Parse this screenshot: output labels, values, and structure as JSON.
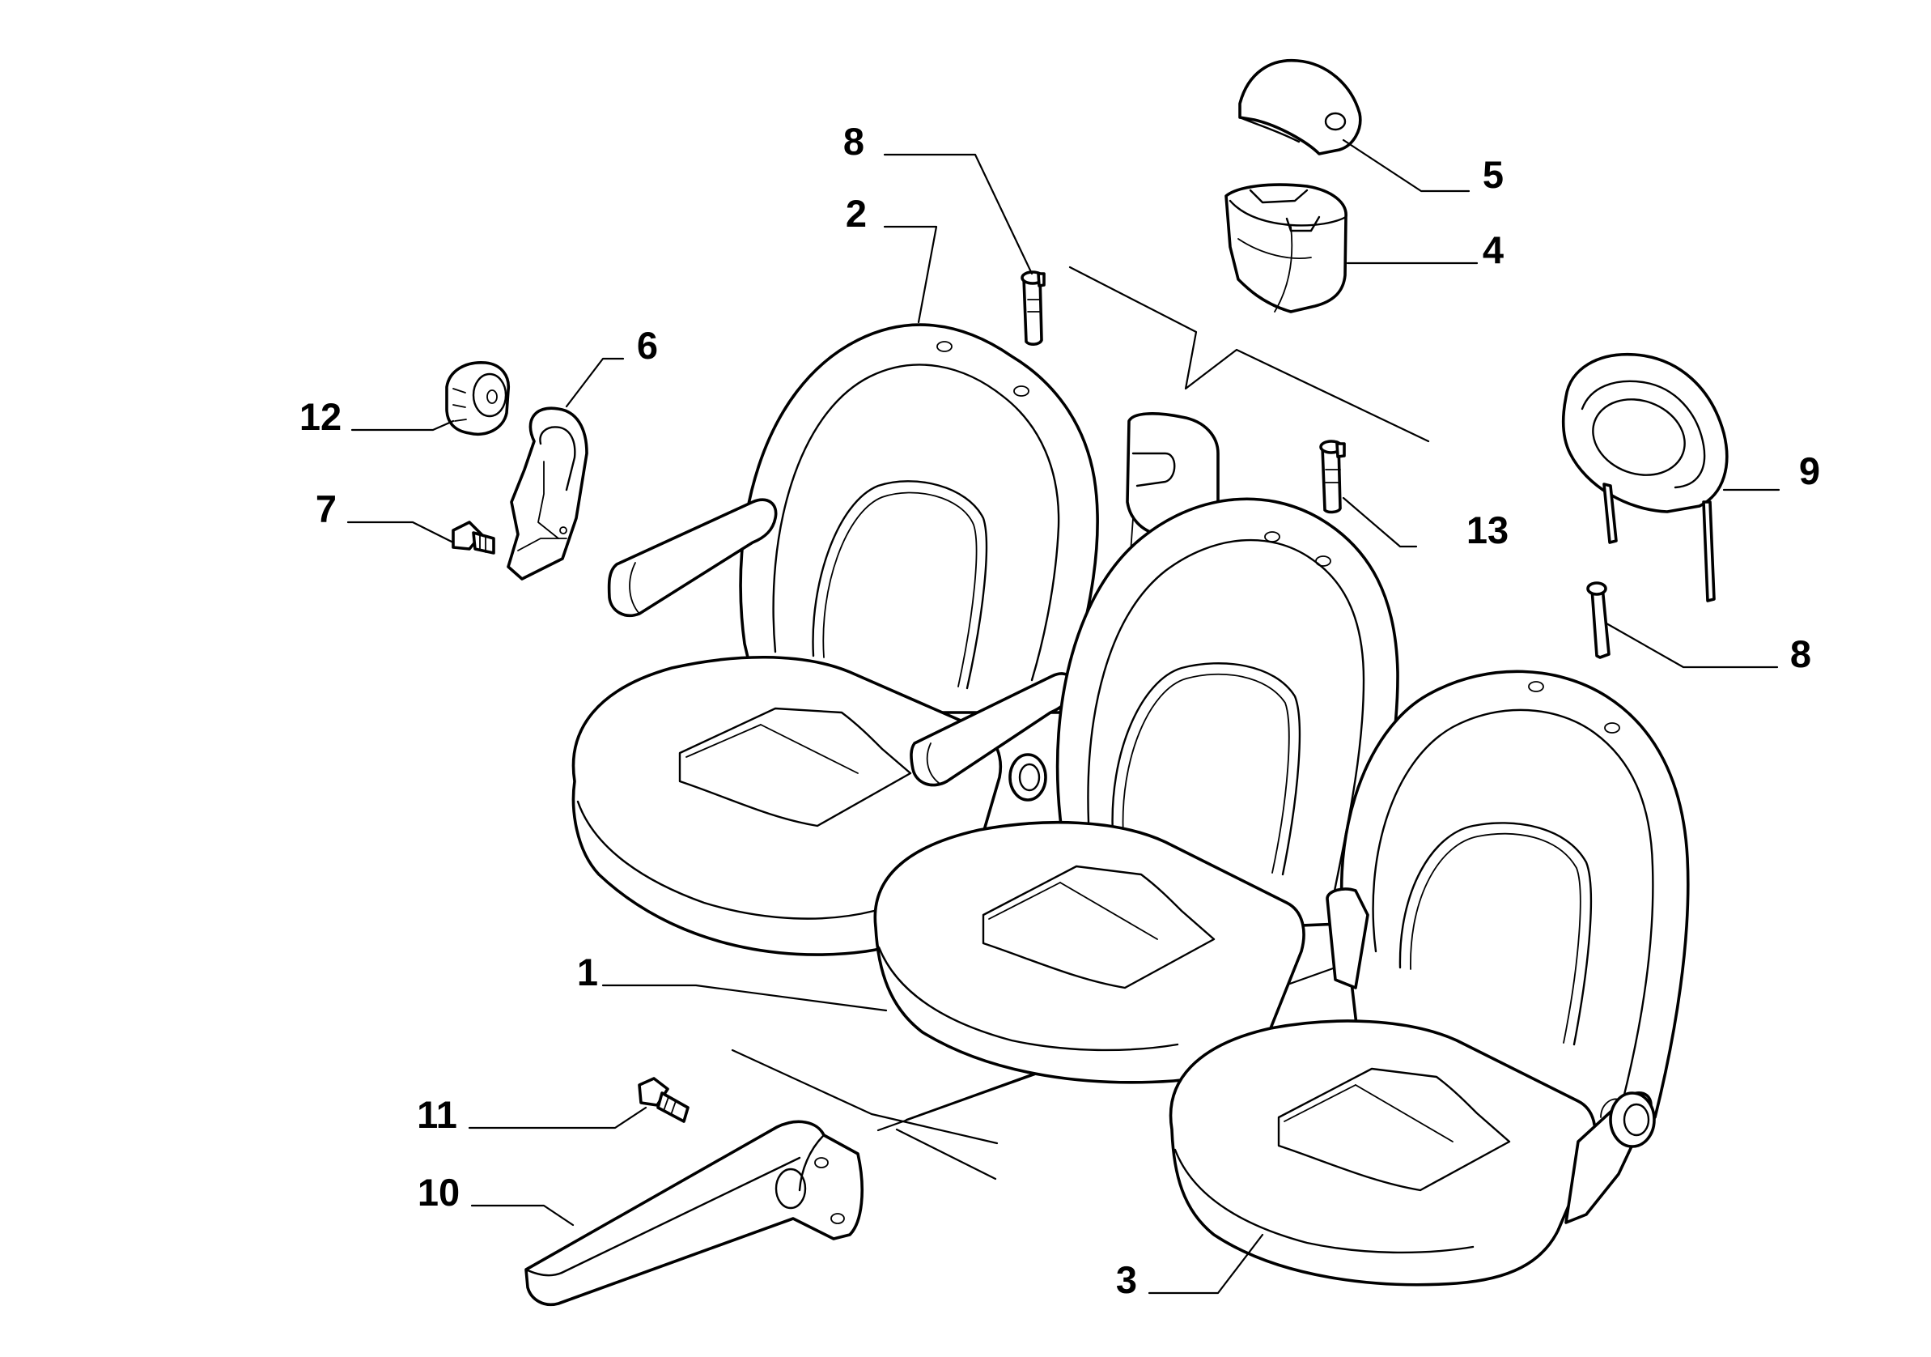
{
  "diagram": {
    "callouts": {
      "c1": "1",
      "c2": "2",
      "c3": "3",
      "c4": "4",
      "c5": "5",
      "c6": "6",
      "c7": "7",
      "c8a": "8",
      "c8b": "8",
      "c9": "9",
      "c10": "10",
      "c11": "11",
      "c12": "12",
      "c13": "13"
    }
  }
}
